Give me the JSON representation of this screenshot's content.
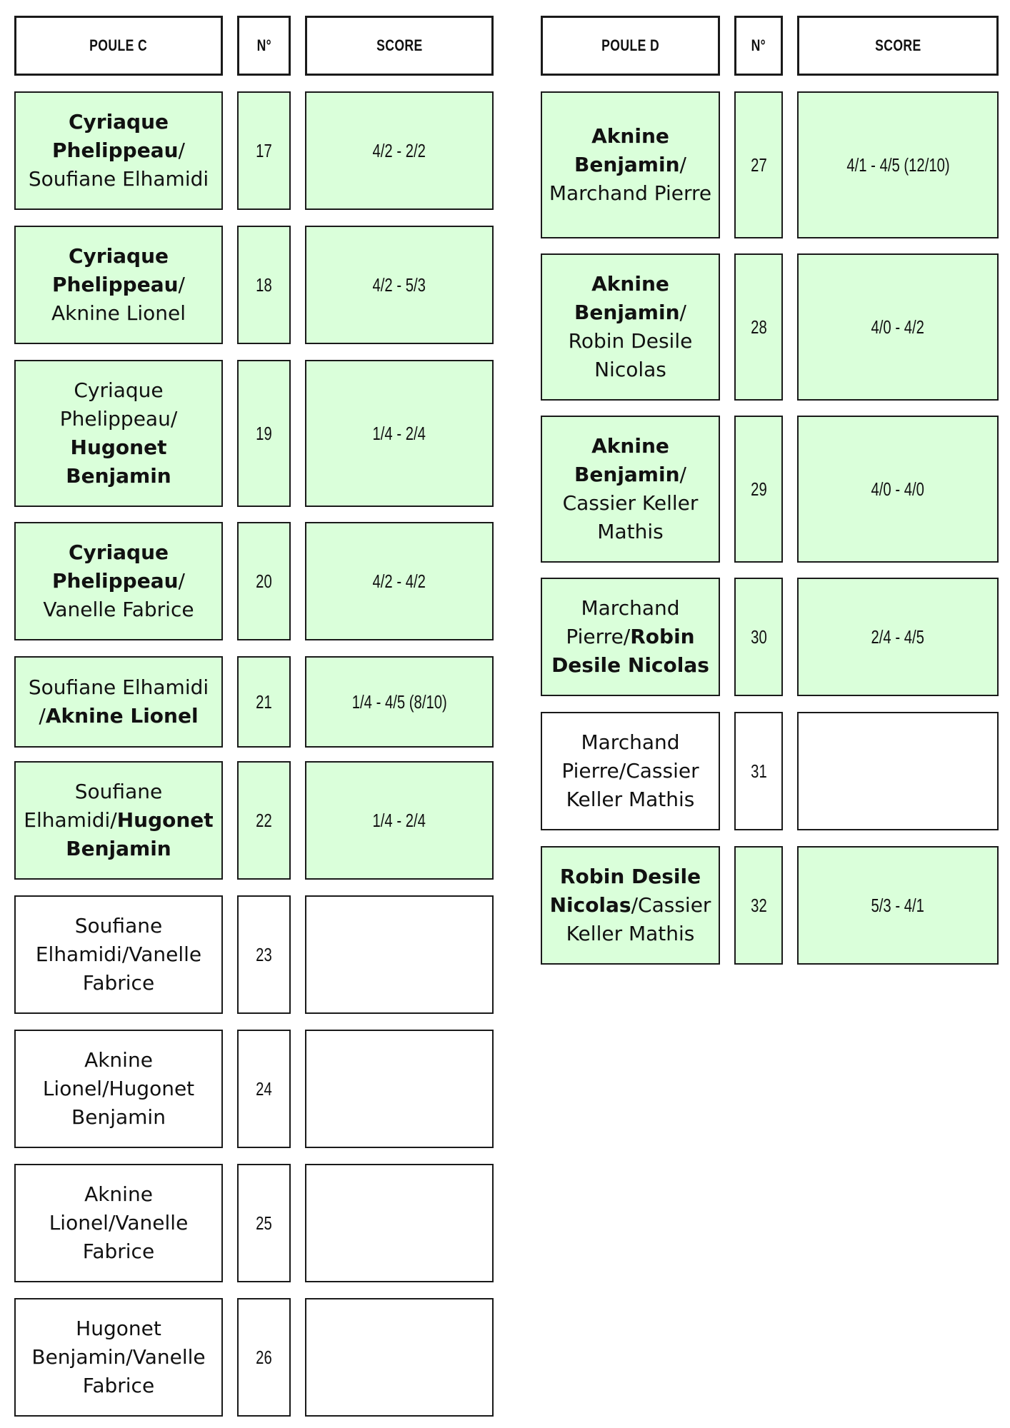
{
  "headers": {
    "c_group": "POULE C",
    "c_num": "N°",
    "c_score": "SCORE",
    "d_group": "POULE D",
    "d_num": "N°",
    "d_score": "SCORE"
  },
  "poule_c": [
    {
      "parts": [
        {
          "t": "Cyriaque Phelippeau",
          "b": true
        },
        {
          "t": "/ Soufiane Elhamidi",
          "b": false
        }
      ],
      "num": "17",
      "score": "4/2 - 2/2",
      "played": true
    },
    {
      "parts": [
        {
          "t": "Cyriaque Phelippeau",
          "b": true
        },
        {
          "t": "/ Aknine Lionel",
          "b": false
        }
      ],
      "num": "18",
      "score": "4/2 - 5/3",
      "played": true
    },
    {
      "parts": [
        {
          "t": "Cyriaque Phelippeau/ ",
          "b": false
        },
        {
          "t": "Hugonet Benjamin",
          "b": true
        }
      ],
      "num": "19",
      "score": "1/4 - 2/4",
      "played": true
    },
    {
      "parts": [
        {
          "t": "Cyriaque Phelippeau",
          "b": true
        },
        {
          "t": "/ Vanelle Fabrice",
          "b": false
        }
      ],
      "num": "20",
      "score": "4/2 - 4/2",
      "played": true
    },
    {
      "parts": [
        {
          "t": "Soufiane Elhamidi /",
          "b": false
        },
        {
          "t": "Aknine Lionel",
          "b": true
        }
      ],
      "num": "21",
      "score": "1/4 - 4/5 (8/10)",
      "played": true
    },
    {
      "parts": [
        {
          "t": "Soufiane Elhamidi/",
          "b": false
        },
        {
          "t": "Hugonet Benjamin",
          "b": true
        }
      ],
      "num": "22",
      "score": "1/4 - 2/4",
      "played": true
    },
    {
      "parts": [
        {
          "t": "Soufiane Elhamidi/Vanelle Fabrice",
          "b": false
        }
      ],
      "num": "23",
      "score": "",
      "played": false
    },
    {
      "parts": [
        {
          "t": "Aknine Lionel/Hugonet Benjamin",
          "b": false
        }
      ],
      "num": "24",
      "score": "",
      "played": false
    },
    {
      "parts": [
        {
          "t": "Aknine Lionel/Vanelle Fabrice",
          "b": false
        }
      ],
      "num": "25",
      "score": "",
      "played": false
    },
    {
      "parts": [
        {
          "t": "Hugonet Benjamin/Vanelle Fabrice",
          "b": false
        }
      ],
      "num": "26",
      "score": "",
      "played": false
    }
  ],
  "poule_d": [
    {
      "parts": [
        {
          "t": "Aknine Benjamin",
          "b": true
        },
        {
          "t": "/ Marchand Pierre",
          "b": false
        }
      ],
      "num": "27",
      "score": "4/1 - 4/5 (12/10)",
      "played": true
    },
    {
      "parts": [
        {
          "t": "Aknine Benjamin",
          "b": true
        },
        {
          "t": "/ Robin Desile Nicolas",
          "b": false
        }
      ],
      "num": "28",
      "score": "4/0 - 4/2",
      "played": true
    },
    {
      "parts": [
        {
          "t": "Aknine Benjamin",
          "b": true
        },
        {
          "t": "/ Cassier Keller Mathis",
          "b": false
        }
      ],
      "num": "29",
      "score": "4/0 - 4/0",
      "played": true
    },
    {
      "parts": [
        {
          "t": "Marchand Pierre/",
          "b": false
        },
        {
          "t": "Robin Desile Nicolas",
          "b": true
        }
      ],
      "num": "30",
      "score": "2/4 - 4/5",
      "played": true
    },
    {
      "parts": [
        {
          "t": "Marchand Pierre/Cassier Keller Mathis",
          "b": false
        }
      ],
      "num": "31",
      "score": "",
      "played": false
    },
    {
      "parts": [
        {
          "t": "Robin Desile Nicolas",
          "b": true
        },
        {
          "t": "/Cassier Keller Mathis",
          "b": false
        }
      ],
      "num": "32",
      "score": "5/3 - 4/1",
      "played": true
    }
  ]
}
